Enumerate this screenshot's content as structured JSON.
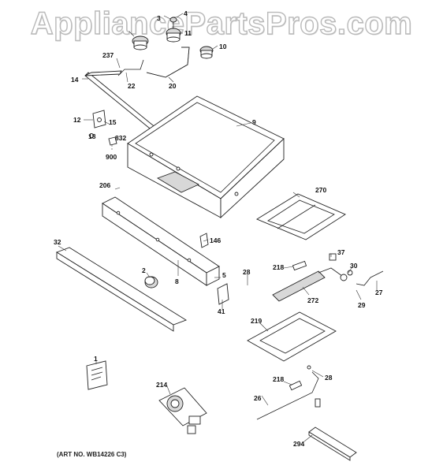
{
  "watermark": "AppliancePartsPros.com",
  "art_number": "(ART NO. WB14226 C3)",
  "callouts": {
    "c1": "1",
    "c2": "2",
    "c3": "3",
    "c4": "4",
    "c5": "5",
    "c8": "8",
    "c9": "9",
    "c10": "10",
    "c11": "11",
    "c12": "12",
    "c14": "14",
    "c15": "15",
    "c18": "18",
    "c20": "20",
    "c22": "22",
    "c26": "26",
    "c27": "27",
    "c28a": "28",
    "c28b": "28",
    "c29": "29",
    "c30": "30",
    "c32": "32",
    "c37": "37",
    "c41": "41",
    "c146": "146",
    "c206": "206",
    "c214": "214",
    "c218a": "218",
    "c218b": "218",
    "c219": "219",
    "c237": "237",
    "c270": "270",
    "c272": "272",
    "c294": "294",
    "c832": "832",
    "c900": "900"
  }
}
